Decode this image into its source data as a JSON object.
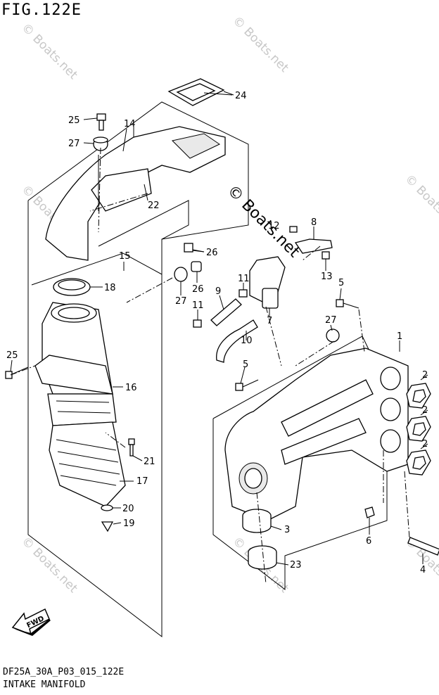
{
  "figure": {
    "title": "FIG.122E",
    "code": "DF25A_30A_P03_015_122E",
    "name": "INTAKE MANIFOLD",
    "watermark": "© Boats.net",
    "fwd_label": "FWD"
  },
  "callouts": [
    {
      "id": "c24",
      "label": "24"
    },
    {
      "id": "c25a",
      "label": "25"
    },
    {
      "id": "c14",
      "label": "14"
    },
    {
      "id": "c27a",
      "label": "27"
    },
    {
      "id": "c22",
      "label": "22"
    },
    {
      "id": "c26a",
      "label": "26"
    },
    {
      "id": "c15",
      "label": "15"
    },
    {
      "id": "c18",
      "label": "18"
    },
    {
      "id": "c26b",
      "label": "26"
    },
    {
      "id": "c27b",
      "label": "27"
    },
    {
      "id": "c12",
      "label": "12"
    },
    {
      "id": "c8",
      "label": "8"
    },
    {
      "id": "c13",
      "label": "13"
    },
    {
      "id": "c11a",
      "label": "11"
    },
    {
      "id": "c9",
      "label": "9"
    },
    {
      "id": "c11b",
      "label": "11"
    },
    {
      "id": "c7",
      "label": "7"
    },
    {
      "id": "c5a",
      "label": "5"
    },
    {
      "id": "c27c",
      "label": "27"
    },
    {
      "id": "c10",
      "label": "10"
    },
    {
      "id": "c1",
      "label": "1"
    },
    {
      "id": "c25b",
      "label": "25"
    },
    {
      "id": "c5b",
      "label": "5"
    },
    {
      "id": "c16",
      "label": "16"
    },
    {
      "id": "c2a",
      "label": "2"
    },
    {
      "id": "c2b",
      "label": "2"
    },
    {
      "id": "c2c",
      "label": "2"
    },
    {
      "id": "c21",
      "label": "21"
    },
    {
      "id": "c17",
      "label": "17"
    },
    {
      "id": "c20",
      "label": "20"
    },
    {
      "id": "c19",
      "label": "19"
    },
    {
      "id": "c3",
      "label": "3"
    },
    {
      "id": "c6",
      "label": "6"
    },
    {
      "id": "c23",
      "label": "23"
    },
    {
      "id": "c4",
      "label": "4"
    }
  ]
}
